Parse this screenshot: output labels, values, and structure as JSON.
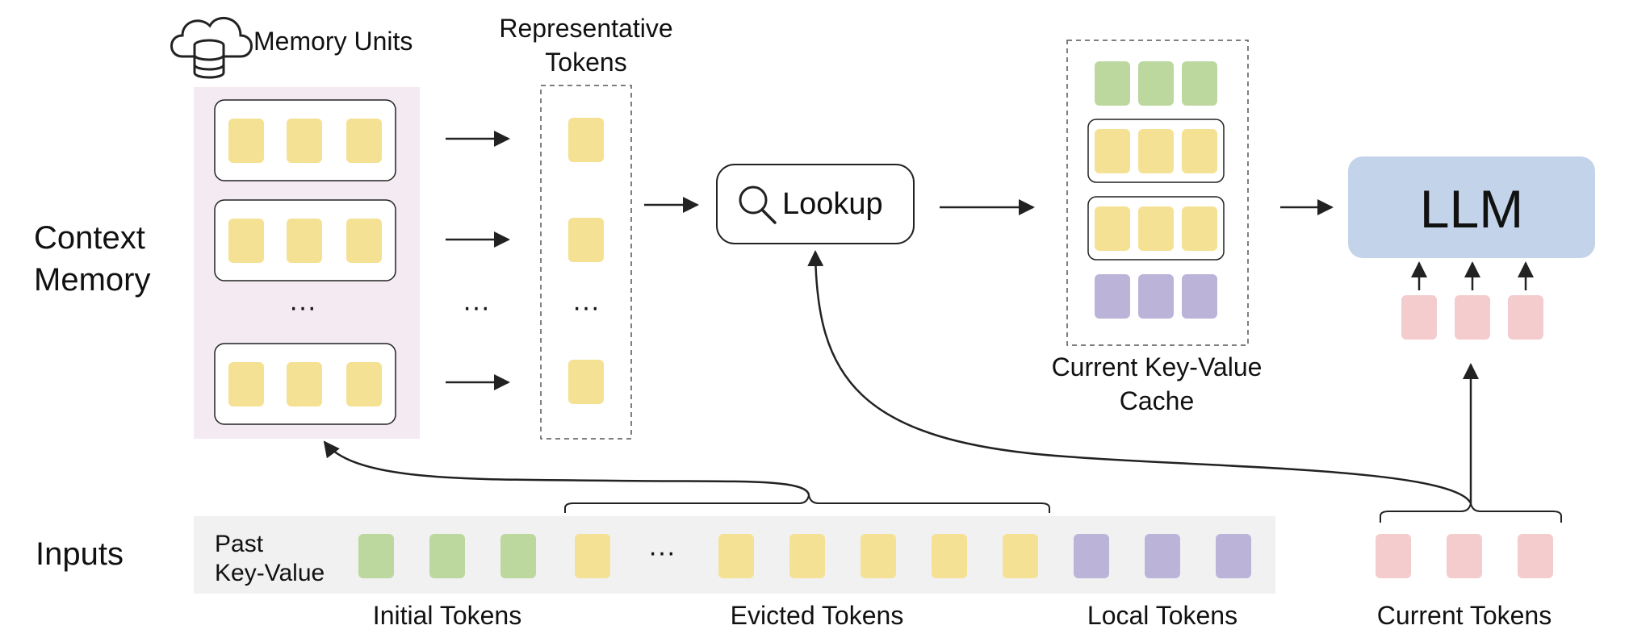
{
  "labels": {
    "memory_units": "Memory Units",
    "representative_tokens_line1": "Representative",
    "representative_tokens_line2": "Tokens",
    "context_memory_line1": "Context",
    "context_memory_line2": "Memory",
    "lookup": "Lookup",
    "cache_line1": "Current Key-Value",
    "cache_line2": "Cache",
    "llm": "LLM",
    "inputs": "Inputs",
    "past_kv_line1": "Past",
    "past_kv_line2": "Key-Value",
    "initial_tokens": "Initial Tokens",
    "evicted_tokens": "Evicted Tokens",
    "local_tokens": "Local Tokens",
    "current_tokens": "Current Tokens",
    "ellipsis": "···"
  },
  "icons": {
    "memory": "cloud-database-icon",
    "lookup": "search-icon"
  },
  "colors": {
    "initial_token": "#bcd89e",
    "evicted_token": "#f4e193",
    "local_token": "#bcb4d8",
    "current_token": "#f4cccd",
    "llm_fill": "#c3d4ea",
    "memory_bg": "#f4eaf2",
    "inputs_bg": "#f1f1f2",
    "stroke": "#222222"
  }
}
